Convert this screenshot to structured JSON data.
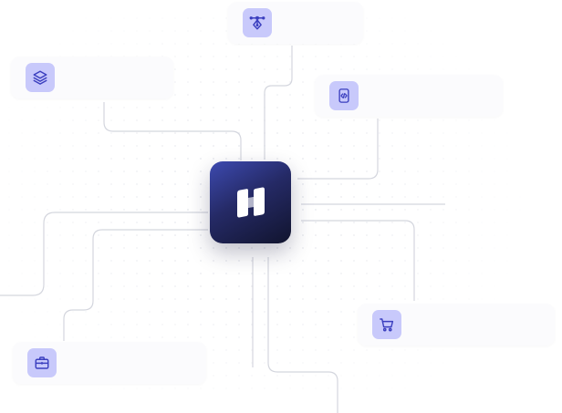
{
  "colors": {
    "tile_bg": "#c8c9fb",
    "icon_fg": "#3b3fbf",
    "card_bg": "#fbfbfd",
    "wire": "#d4d6de",
    "dot": "#dfe1e8",
    "hub_gradient": [
      "#3d4ab0",
      "#252a66",
      "#11142e"
    ]
  },
  "hub": {
    "icon": "brand-logo-icon"
  },
  "nodes": [
    {
      "id": "design",
      "icon": "pen-tool-icon",
      "label": ""
    },
    {
      "id": "layers",
      "icon": "layers-icon",
      "label": ""
    },
    {
      "id": "code",
      "icon": "mobile-code-icon",
      "label": ""
    },
    {
      "id": "cart",
      "icon": "shopping-cart-icon",
      "label": ""
    },
    {
      "id": "briefcase",
      "icon": "briefcase-icon",
      "label": ""
    }
  ]
}
